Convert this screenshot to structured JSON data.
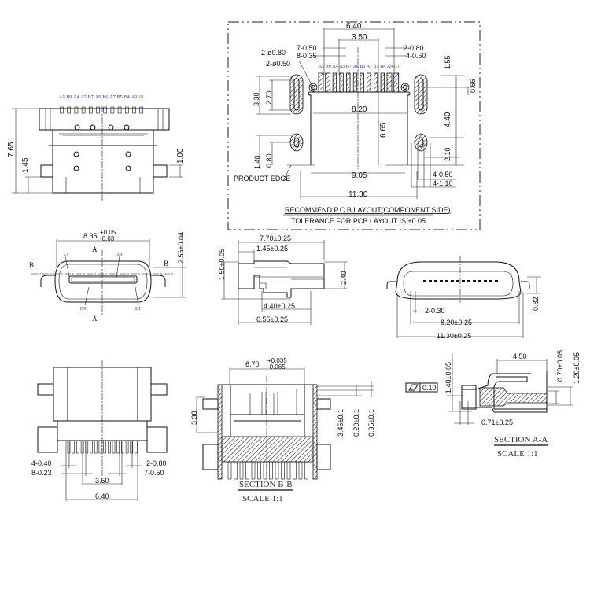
{
  "top_view": {
    "pins": [
      "A1",
      "B9",
      "A4",
      "A5",
      "B7",
      "A6",
      "B6",
      "A7",
      "B5",
      "B4",
      "A9",
      "B1"
    ],
    "dims": {
      "height": "7.65",
      "foot": "1.45",
      "tab": "1.00"
    }
  },
  "pcb_layout": {
    "pins": [
      "A1",
      "B9",
      "A4",
      "A5",
      "B7",
      "A6",
      "B6",
      "A7",
      "B5",
      "B4",
      "A9",
      "B1"
    ],
    "dims": {
      "w640": "6.40",
      "w350": "3.50",
      "p750": "7-0.50",
      "p835": "8-0.35",
      "p280": "2-0.80",
      "p450": "4-0.50",
      "hole080": "2-ø0.80",
      "hole050": "2-ø0.50",
      "v155": "1.55",
      "v066": "0.66",
      "v330": "3.30",
      "v270": "2.70",
      "w820": "8.20",
      "v665": "6.65",
      "v440": "4.40",
      "v140": "1.40",
      "v080": "0.80",
      "w905": "9.05",
      "w1130": "11.30",
      "v210": "2.10",
      "s450": "4-0.50",
      "s4110": "4-1.10"
    },
    "product_edge": "PRODUCT EDGE",
    "title": "RECOMMEND P.C.B LAYOUT(COMPONENT SIDE)",
    "tolerance": "TOLERANCE FOR PCB LAYOUT IS ±0.05"
  },
  "front_view": {
    "width": "8.35",
    "tol_plus": "+0.05",
    "tol_minus": "-0.03",
    "height": "2.56±0.04",
    "section_a": "A",
    "section_b": "B",
    "labels": {
      "a1": "A1",
      "a9": "A9",
      "b9": "B9",
      "b1": "B1"
    }
  },
  "side_view": {
    "d770": "7.70±0.25",
    "d145": "1.45±0.25",
    "d150": "1.50±0.05",
    "d240": "2.40",
    "d440": "4.40±0.25",
    "d655": "6.55±0.25"
  },
  "rear_view": {
    "d230": "2-0.30",
    "d820": "8.20±0.25",
    "d1130": "11.30±0.25",
    "d082": "0.82"
  },
  "bottom_view": {
    "d440": "4-0.40",
    "d823": "8-0.23",
    "d280": "2-0.80",
    "d750": "7-0.50",
    "d350": "3.50",
    "d640": "6.40"
  },
  "section_bb": {
    "width": "6.70",
    "tol_plus": "+0.035",
    "tol_minus": "-0.065",
    "d330": "3.30",
    "d345": "3.45±0.1",
    "d020": "0.20±0.1",
    "d035": "0.35±0.1",
    "title": "SECTION B-B",
    "scale": "SCALE 1:1"
  },
  "section_aa": {
    "d450": "4.50",
    "d148": "1.48±0.05",
    "d070": "0.70±0.05",
    "d120": "1.20±0.05",
    "flatness": "0.10",
    "d071": "0.71±0.25",
    "title": "SECTION A-A",
    "scale": "SCALE 1:1"
  }
}
